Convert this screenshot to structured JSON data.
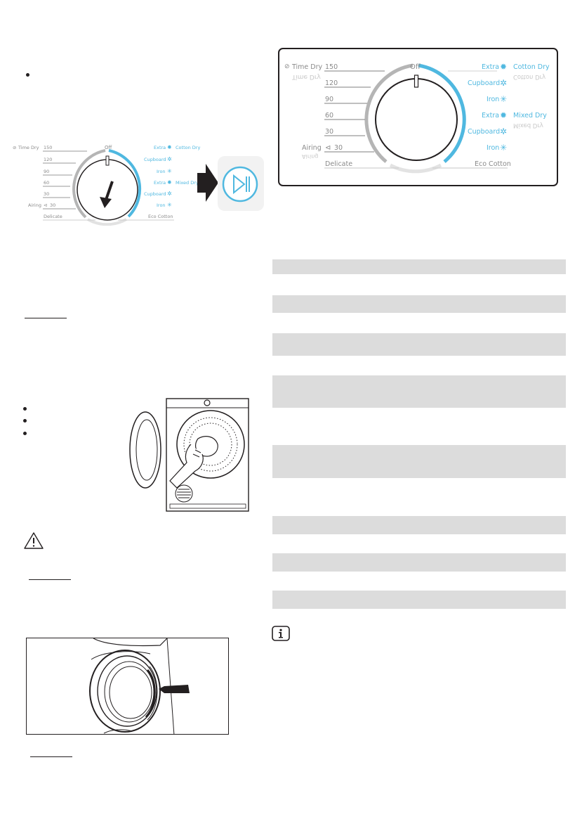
{
  "dial": {
    "off": "Off",
    "time_dry": "Time Dry",
    "time_dry_mirror": "Time Dry",
    "t150": "150",
    "t120": "120",
    "t90": "90",
    "t60": "60",
    "t30": "30",
    "airing": "Airing",
    "airing_mirror": "Airing",
    "airing_time": "30",
    "delicate": "Delicate",
    "eco_cotton": "Eco Cotton",
    "cotton_dry": "Cotton Dry",
    "cotton_dry_mirror": "Cotton Dry",
    "mixed_dry": "Mixed Dry",
    "mixed_dry_mirror": "Mixed Dry",
    "extra": "Extra",
    "cupboard": "Cupboard",
    "iron": "Iron",
    "cupboard_small_2": "Cupboard"
  },
  "colors": {
    "accent_blue": "#4fb8e0",
    "dial_gray": "#b5b5b5",
    "table_row_gray": "#dcdcdc"
  },
  "icons": [
    "bullet-icon",
    "arrow-right-icon",
    "start-pause-icon",
    "warning-icon",
    "info-icon",
    "sun-icon",
    "fan-icon",
    "clock-icon"
  ]
}
